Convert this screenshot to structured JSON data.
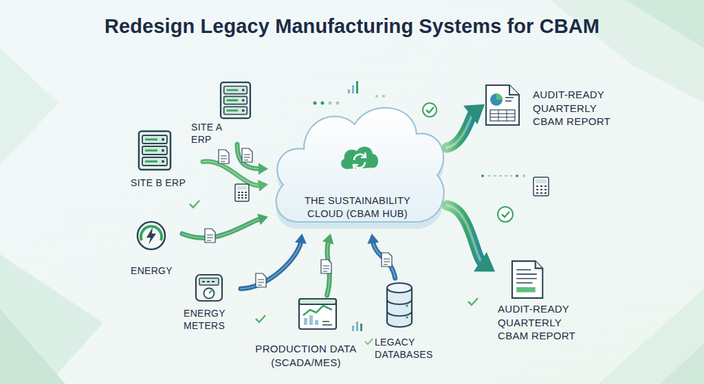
{
  "diagram": {
    "title": "Redesign Legacy Manufacturing Systems for CBAM",
    "nodes": [
      {
        "text": [
          "SITE A ERP"
        ]
      },
      {
        "text": [
          "SITE B ERP"
        ]
      },
      {
        "text": [
          "ENERGY"
        ]
      },
      {
        "text": [
          "ENERGY METERS"
        ]
      },
      {
        "text": [
          "PRODUCTION DATA (SCADA/MES)"
        ]
      },
      {
        "text": [
          "LEGACY DATABASES"
        ]
      },
      {
        "text": [
          "THE SUSTAINABILITY CLOUD (CBAM HUB)"
        ]
      },
      {
        "text": [
          "AUDIT-READY QUARTERLY CBAM REPORT"
        ]
      },
      {
        "text": [
          "AUDIT-READY QUARTERLY CBAM REPORT"
        ]
      }
    ],
    "edges": [
      {
        "from": 0,
        "to": 6,
        "arrow": "to"
      },
      {
        "from": 1,
        "to": 6,
        "arrow": "to"
      },
      {
        "from": 2,
        "to": 6,
        "arrow": "to"
      },
      {
        "from": 3,
        "to": 6,
        "arrow": "to"
      },
      {
        "from": 4,
        "to": 6,
        "arrow": "to"
      },
      {
        "from": 5,
        "to": 6,
        "arrow": "to"
      },
      {
        "from": 6,
        "to": 7,
        "arrow": "to"
      },
      {
        "from": 6,
        "to": 8,
        "arrow": "to"
      }
    ]
  }
}
